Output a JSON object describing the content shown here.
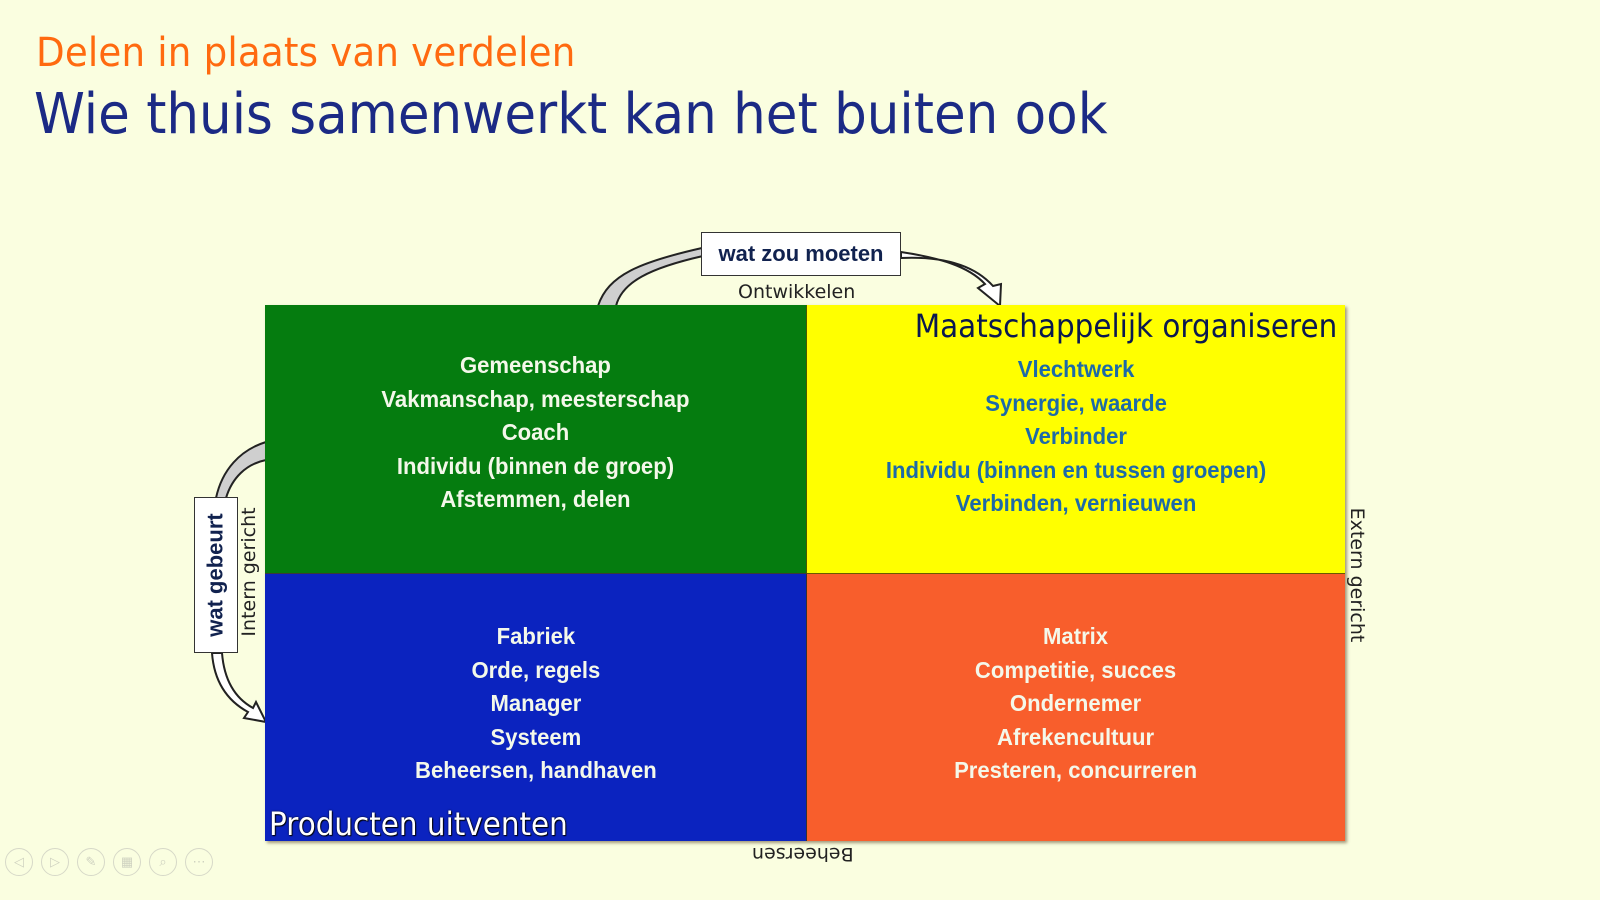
{
  "slide": {
    "subtitle": "Delen in plaats van verdelen",
    "title": "Wie thuis samenwerkt kan het buiten ook",
    "colors": {
      "background": "#fafee0",
      "subtitle": "#ff6a10",
      "title": "#1b2a85"
    }
  },
  "matrix": {
    "axes": {
      "top": "Ontwikkelen",
      "bottom": "Beheersen",
      "left": "Intern gericht",
      "right": "Extern gericht"
    },
    "callouts": {
      "top": "wat zou moeten",
      "left": "wat gebeurt"
    },
    "quadrants": {
      "top_left": {
        "color": "#057c0f",
        "items": [
          "Gemeenschap",
          "Vakmanschap, meesterschap",
          "Coach",
          "Individu (binnen de groep)",
          "Afstemmen, delen"
        ]
      },
      "top_right": {
        "color": "#ffff00",
        "heading": "Maatschappelijk organiseren",
        "items": [
          "Vlechtwerk",
          "Synergie, waarde",
          "Verbinder",
          "Individu (binnen en tussen groepen)",
          "Verbinden, vernieuwen"
        ]
      },
      "bottom_left": {
        "color": "#0b23bf",
        "heading": "Producten uitventen",
        "items": [
          "Fabriek",
          "Orde, regels",
          "Manager",
          "Systeem",
          "Beheersen, handhaven"
        ]
      },
      "bottom_right": {
        "color": "#f85e2c",
        "items": [
          "Matrix",
          "Competitie, succes",
          "Ondernemer",
          "Afrekencultuur",
          "Presteren, concurreren"
        ]
      }
    }
  },
  "presenter_controls": [
    {
      "icon": "previous-icon",
      "glyph": "◁"
    },
    {
      "icon": "next-icon",
      "glyph": "▷"
    },
    {
      "icon": "pen-icon",
      "glyph": "✎"
    },
    {
      "icon": "slides-grid-icon",
      "glyph": "▦"
    },
    {
      "icon": "zoom-icon",
      "glyph": "⌕"
    },
    {
      "icon": "more-icon",
      "glyph": "⋯"
    }
  ]
}
